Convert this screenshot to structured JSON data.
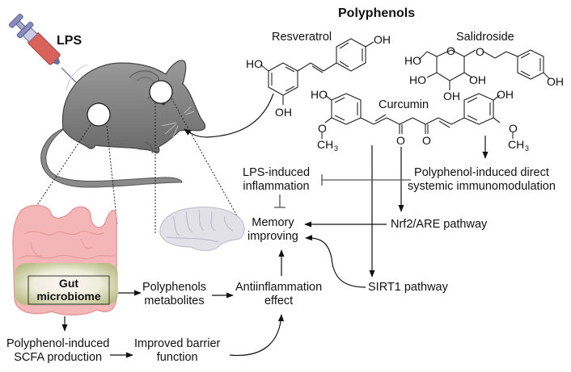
{
  "title": "Polyphenols",
  "injection": {
    "label": "LPS"
  },
  "compounds": [
    {
      "name": "Resveratrol",
      "substituents": [
        "HO",
        "OH",
        "OH"
      ]
    },
    {
      "name": "Salidroside",
      "substituents": [
        "HO",
        "O",
        "O",
        "HO",
        "OH",
        "OH",
        "OH"
      ]
    },
    {
      "name": "Curcumin",
      "substituents": [
        "HO",
        "O",
        "CH3",
        "O",
        "O",
        "OH",
        "O",
        "CH3"
      ]
    }
  ],
  "gut": {
    "label_line1": "Gut",
    "label_line2": "microbiome"
  },
  "nodes": {
    "lps_inflammation": {
      "line1": "LPS-induced",
      "line2": "inflammation"
    },
    "immunomodulation": {
      "line1": "Polyphenol-induced direct",
      "line2": "systemic immunomodulation"
    },
    "memory": {
      "line1": "Memory",
      "line2": "improving"
    },
    "nrf2": {
      "line1": "Nrf2/ARE pathway"
    },
    "sirt1": {
      "line1": "SIRT1 pathway"
    },
    "metabolites": {
      "line1": "Polyphenols",
      "line2": "metabolites"
    },
    "antiinflammation": {
      "line1": "Antiinflammation",
      "line2": "effect"
    },
    "scfa": {
      "line1": "Polyphenol-induced",
      "line2": "SCFA production"
    },
    "barrier": {
      "line1": "Improved barrier",
      "line2": "function"
    }
  },
  "chem_labels": {
    "ho": "HO",
    "oh": "OH",
    "o": "O",
    "ch": "CH",
    "sub3": "3"
  },
  "colors": {
    "mouse": "#7d7d7d",
    "mouse_dark": "#5e5e5e",
    "gut": "#f4b6b6",
    "gut_outline": "#e59a9a",
    "microbiome_glow": "#b9cc8e",
    "brain": "#e3e1e8",
    "syringe_fluid": "#d9625a",
    "syringe_plunger": "#7c7fb0",
    "line": "#111111",
    "inhibit_line": "#555555"
  }
}
